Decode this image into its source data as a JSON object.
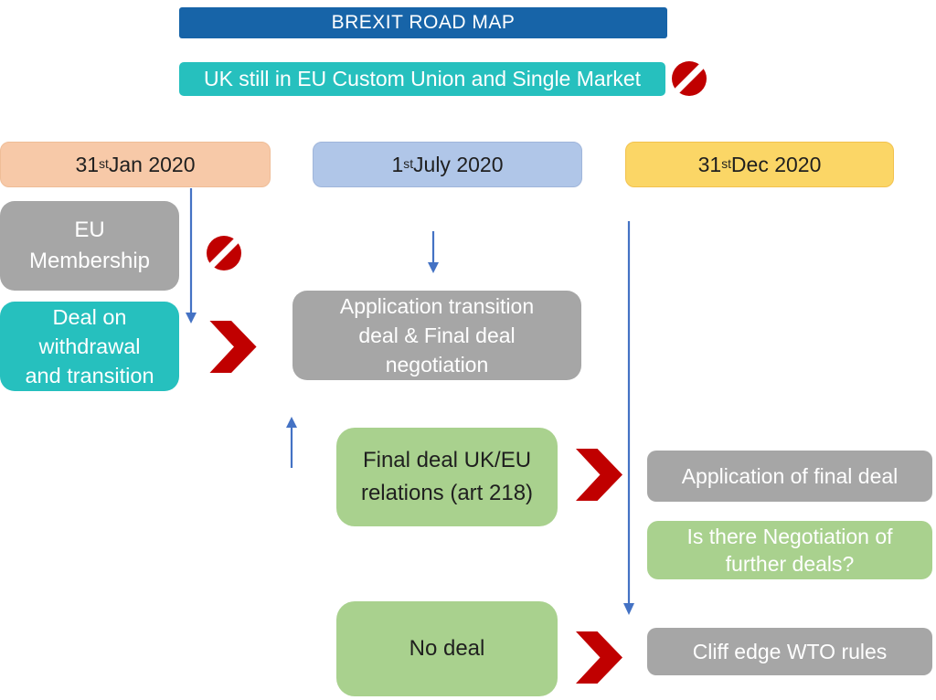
{
  "title": "BREXIT ROAD MAP",
  "banner": {
    "label": "UK still in EU Custom Union and Single Market"
  },
  "timeline": [
    {
      "day": "31",
      "ordinal": "st",
      "rest": " Jan 2020"
    },
    {
      "day": "1",
      "ordinal": "st",
      "rest": " July 2020"
    },
    {
      "day": "31",
      "ordinal": "st",
      "rest": " Dec 2020"
    }
  ],
  "boxes": {
    "eu_membership": {
      "lines": [
        "EU",
        "Membership"
      ]
    },
    "deal_withdrawal": {
      "lines": [
        "Deal on",
        "withdrawal",
        "and transition"
      ]
    },
    "application_transition": {
      "lines": [
        "Application transition",
        "deal & Final deal",
        "negotiation"
      ]
    },
    "final_deal": {
      "lines": [
        "Final deal UK/EU",
        "relations (art 218)"
      ]
    },
    "application_final": {
      "lines": [
        "Application of final deal"
      ]
    },
    "further_deals": {
      "lines": [
        "Is there Negotiation of",
        "further deals?"
      ]
    },
    "no_deal": {
      "lines": [
        "No deal"
      ]
    },
    "cliff_edge": {
      "lines": [
        "Cliff edge WTO rules"
      ]
    }
  },
  "icons": {
    "banner_restriction": "no-entry-icon",
    "membership_restriction": "no-entry-icon",
    "flow_connectors": "chevron-right-icon",
    "timeline_connectors": "arrow-down-icon"
  },
  "colors": {
    "title-bar": "#1764A8",
    "banner-teal": "#26C0BE",
    "date-jan": "#F7C9A8",
    "date-july": "#B0C6E8",
    "date-dec": "#FBD666",
    "box-gray": "#A6A6A6",
    "box-green": "#A9D18E",
    "box-teal": "#26C0BE",
    "accent-red": "#C00000",
    "arrow-blue": "#4472C4",
    "text-light": "#FFFFFF",
    "text-dark": "#1F1F1F"
  }
}
